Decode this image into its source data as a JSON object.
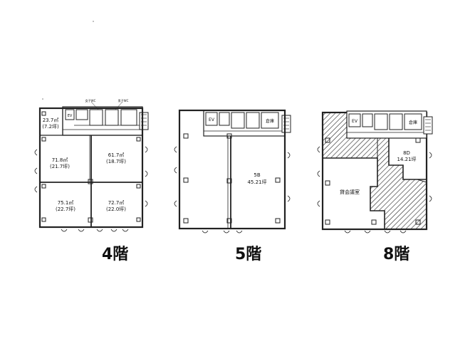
{
  "floors": [
    {
      "label": "4階",
      "units": [
        {
          "area": "23.7㎡",
          "tsubo": "(7.2坪)"
        },
        {
          "area": "71.8㎡",
          "tsubo": "(21.7坪)"
        },
        {
          "area": "61.7㎡",
          "tsubo": "(18.7坪)"
        },
        {
          "area": "75.1㎡",
          "tsubo": "(22.7坪)"
        },
        {
          "area": "72.7㎡",
          "tsubo": "(22.0坪)"
        }
      ],
      "core_labels": {
        "ev": "EV",
        "wc1": "女子WC",
        "wc2": "男子WC"
      }
    },
    {
      "label": "5階",
      "units": [
        {
          "area": "5B",
          "tsubo": "45.21坪"
        }
      ],
      "core_labels": {
        "ev": "EV",
        "storage": "倉庫"
      }
    },
    {
      "label": "8階",
      "units": [
        {
          "area": "8D",
          "tsubo": "14.21坪"
        },
        {
          "area": "貸会議室",
          "tsubo": ""
        }
      ],
      "core_labels": {
        "ev": "EV",
        "storage": "倉庫"
      }
    }
  ]
}
